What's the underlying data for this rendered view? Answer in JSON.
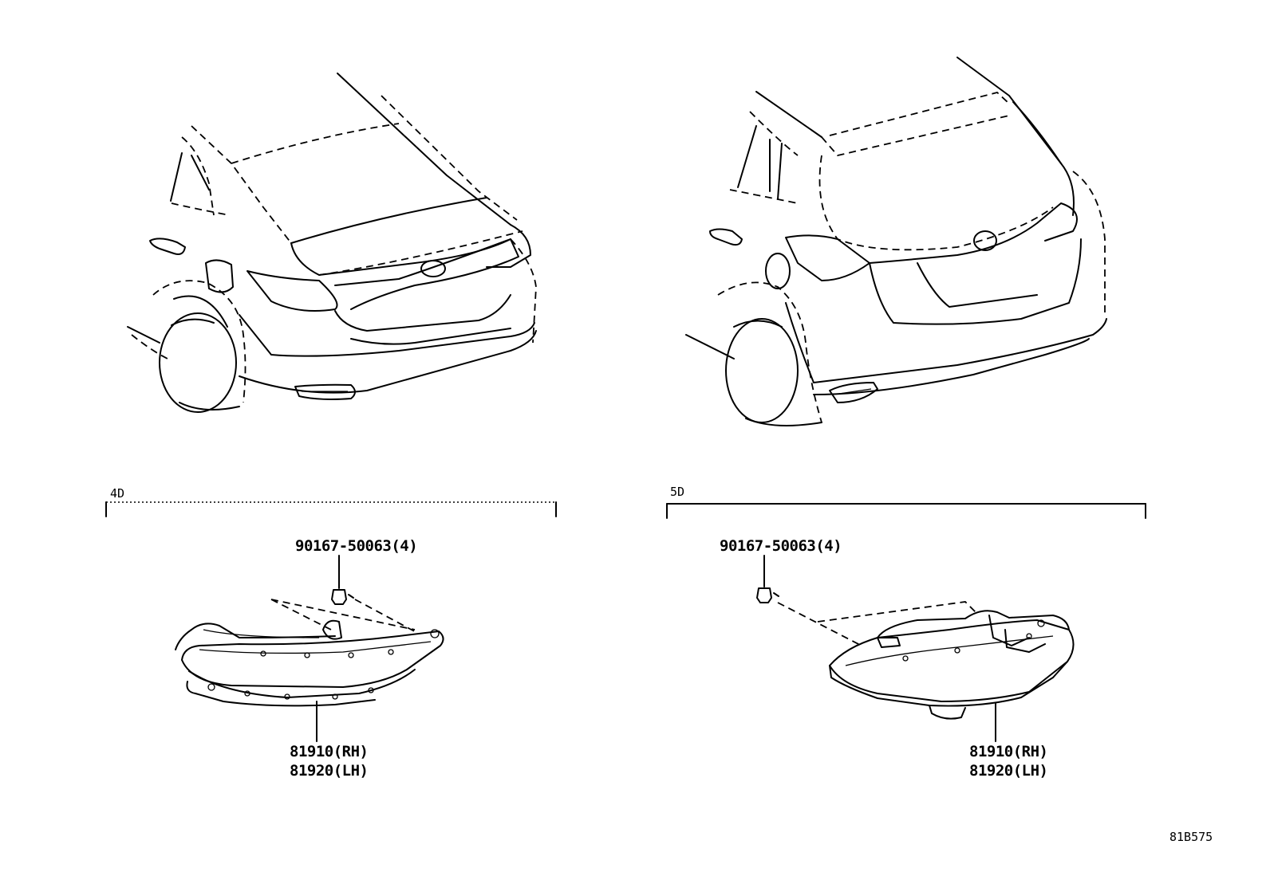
{
  "groups": [
    {
      "label": "4D",
      "fastener": "90167-50063(4)",
      "part_rh": "81910(RH)",
      "part_lh": "81920(LH)"
    },
    {
      "label": "5D",
      "fastener": "90167-50063(4)",
      "part_rh": "81910(RH)",
      "part_lh": "81920(LH)"
    }
  ],
  "illustration_code": "81B575"
}
